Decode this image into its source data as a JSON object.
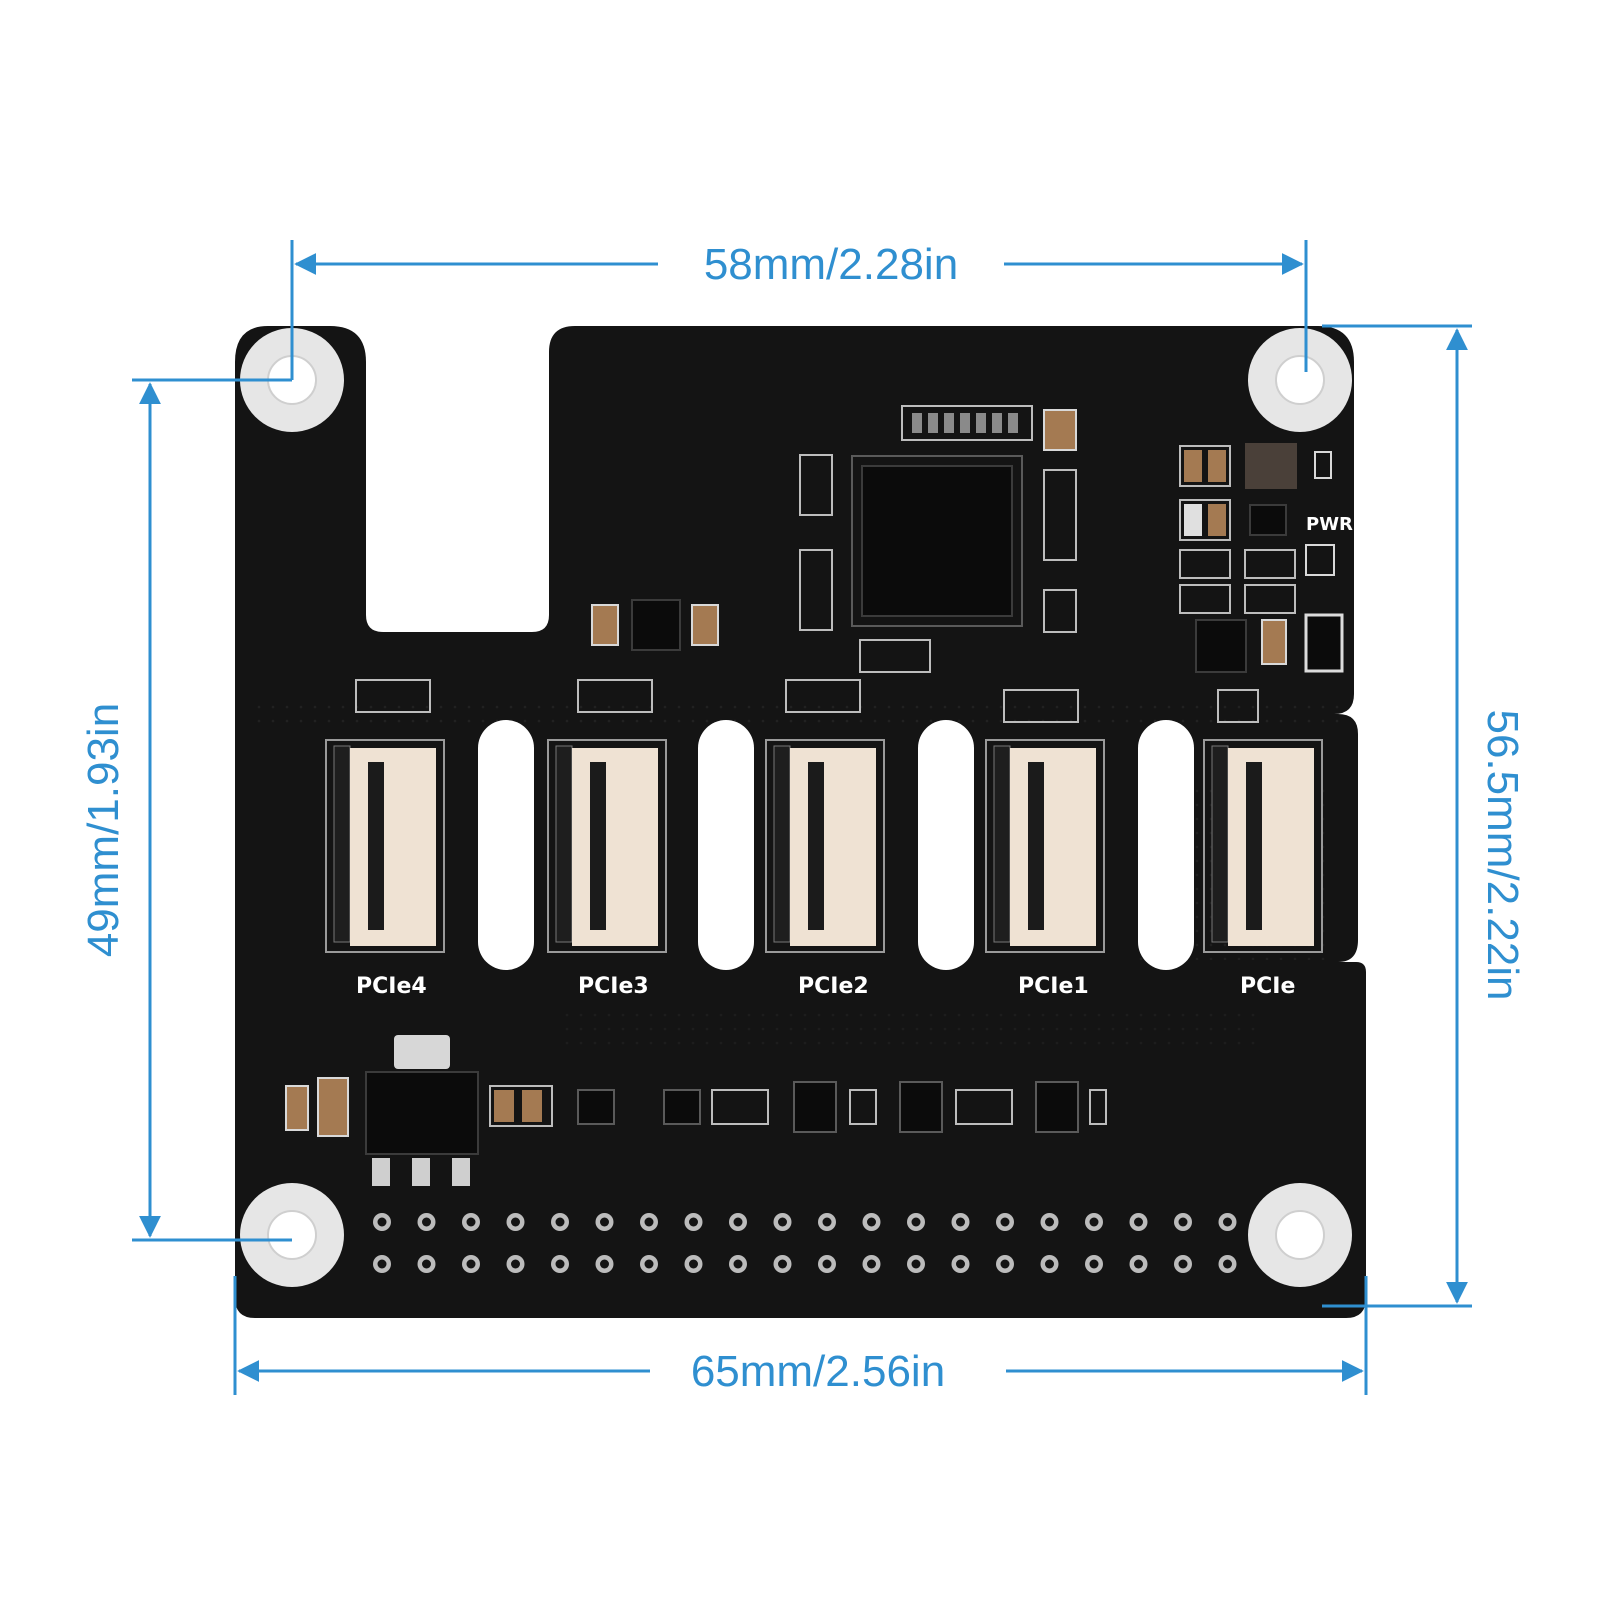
{
  "dimensions": {
    "top_width": "58mm/2.28in",
    "bottom_width": "65mm/2.56in",
    "left_height": "49mm/1.93in",
    "right_height": "56.5mm/2.22in"
  },
  "board": {
    "pwr_label": "PWR",
    "connectors": [
      {
        "label": "PCIe4"
      },
      {
        "label": "PCIe3"
      },
      {
        "label": "PCIe2"
      },
      {
        "label": "PCIe1"
      },
      {
        "label": "PCIe"
      }
    ]
  },
  "colors": {
    "dimension": "#2f8fd0",
    "board": "#141414",
    "connector": "#efe2d3"
  }
}
